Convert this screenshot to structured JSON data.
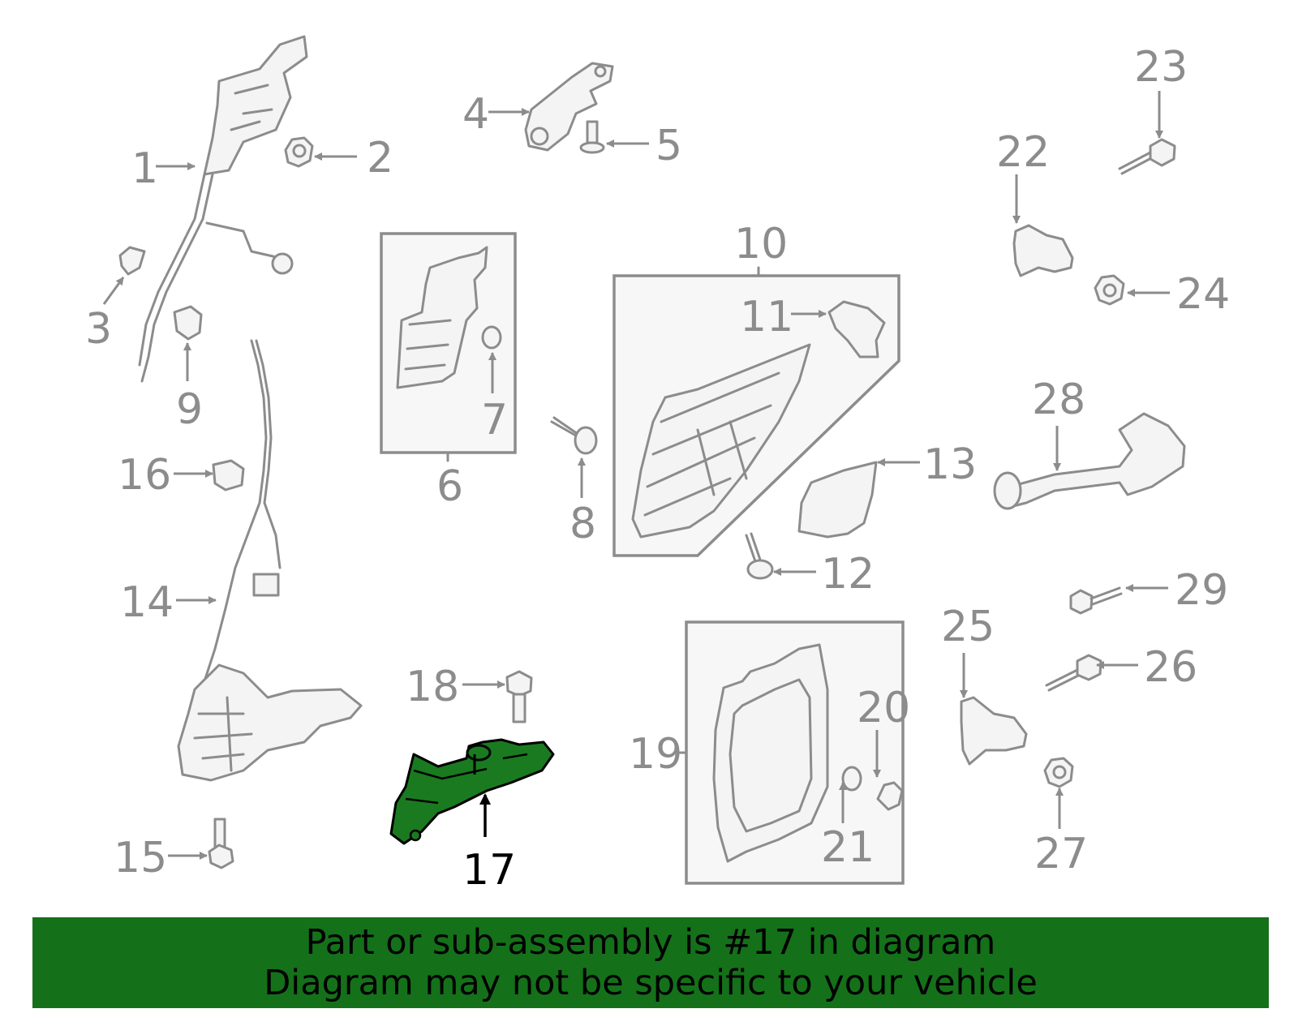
{
  "callouts": {
    "c1": "1",
    "c2": "2",
    "c3": "3",
    "c4": "4",
    "c5": "5",
    "c6": "6",
    "c7": "7",
    "c8": "8",
    "c9": "9",
    "c10": "10",
    "c11": "11",
    "c12": "12",
    "c13": "13",
    "c14": "14",
    "c15": "15",
    "c16": "16",
    "c17": "17",
    "c18": "18",
    "c19": "19",
    "c20": "20",
    "c21": "21",
    "c22": "22",
    "c23": "23",
    "c24": "24",
    "c25": "25",
    "c26": "26",
    "c27": "27",
    "c28": "28",
    "c29": "29"
  },
  "highlighted_part": "17",
  "colors": {
    "banner_bg": "#15701a",
    "highlight_fill": "#1a7a1f",
    "line_gray": "#8c8c8c"
  },
  "banner": {
    "line1": "Part or sub-assembly is #17 in diagram",
    "line2": "Diagram may not be specific to your vehicle"
  }
}
